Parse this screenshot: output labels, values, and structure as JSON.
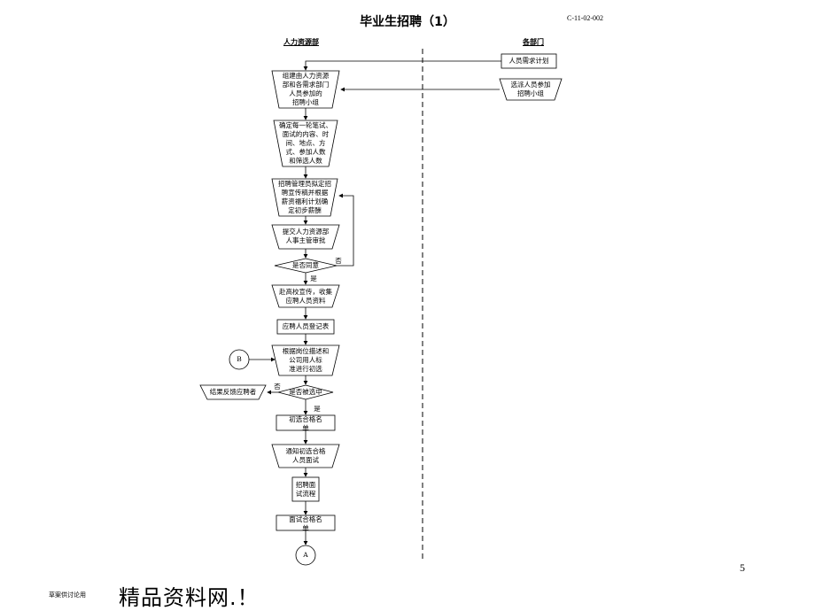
{
  "page": {
    "title": "毕业生招聘（1）",
    "code": "C-11-02-002",
    "page_number": "5",
    "footnote": "草案供讨论用",
    "watermark": "精品资料网.！"
  },
  "lanes": {
    "left": "人力资源部",
    "right": "各部门"
  },
  "nodes": {
    "dept_plan": "人员需求计划",
    "dept_select": "选派人员参加\n招聘小组",
    "form_team": "组建由人力资源\n部和各需求部门\n人员参加的\n招聘小组",
    "determine": "确定每一轮笔试、\n面试的内容、时\n间、地点、方\n式、参加人数\n和筛选人数",
    "draft": "招聘管理员拟定招\n聘宣传稿并根据\n薪资福利计划确\n定初步薪酬",
    "submit": "提交人力资源部\n人事主管审批",
    "approve": "是否同意",
    "campus": "赴高校宣传，收集\n应聘人员资料",
    "register": "应聘人员登记表",
    "screen": "根据岗位描述和\n公司用人标\n准进行初选",
    "selected": "是否被选中",
    "feedback": "结果反馈应聘者",
    "shortlist": "初选合格名\n单",
    "notify": "通知初选合格\n人员面试",
    "interview": "招聘面\n试流程",
    "passlist": "面试合格名\n单",
    "conn_b": "B",
    "conn_a": "A"
  },
  "edges": {
    "no1": "否",
    "yes1": "是",
    "no2": "否",
    "yes2": "是"
  }
}
